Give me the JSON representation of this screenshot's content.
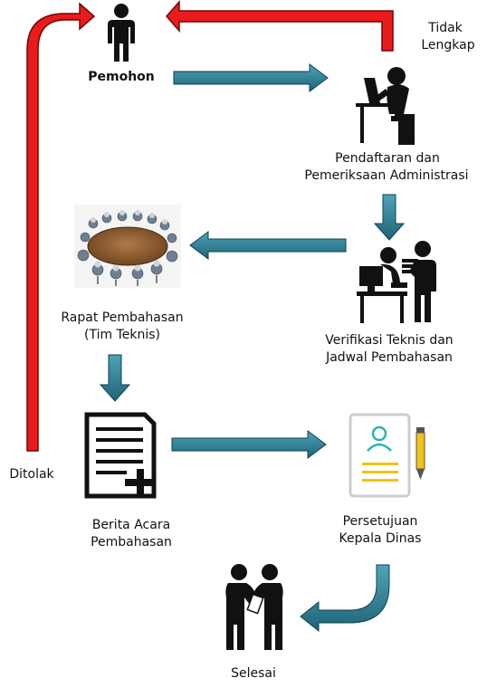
{
  "labels": {
    "pemohon": "Pemohon",
    "tidak_lengkap_1": "Tidak",
    "tidak_lengkap_2": "Lengkap",
    "pendaftaran_1": "Pendaftaran dan",
    "pendaftaran_2": "Pemeriksaan Administrasi",
    "rapat_1": "Rapat Pembahasan",
    "rapat_2": "(Tim Teknis)",
    "verifikasi_1": "Verifikasi Teknis dan",
    "verifikasi_2": "Jadwal Pembahasan",
    "ditolak": "Ditolak",
    "berita_1": "Berita Acara",
    "berita_2": "Pembahasan",
    "persetujuan_1": "Persetujuan",
    "persetujuan_2": "Kepala Dinas",
    "selesai": "Selesai"
  },
  "colors": {
    "flow_arrow": "#2e7d92",
    "return_arrow": "#e81c1c",
    "icon": "#111111",
    "table": "#8b5a2b",
    "chair": "#6e7f94",
    "doc_accent": "#f1c40f",
    "doc_person": "#2bb3b3"
  },
  "icons": {
    "pemohon": "person-icon",
    "pendaftaran": "person-at-computer-icon",
    "rapat": "meeting-table-image",
    "verifikasi": "two-people-office-icon",
    "berita_acara": "document-add-icon",
    "persetujuan": "profile-document-pen-icon",
    "selesai": "handshake-icon"
  }
}
